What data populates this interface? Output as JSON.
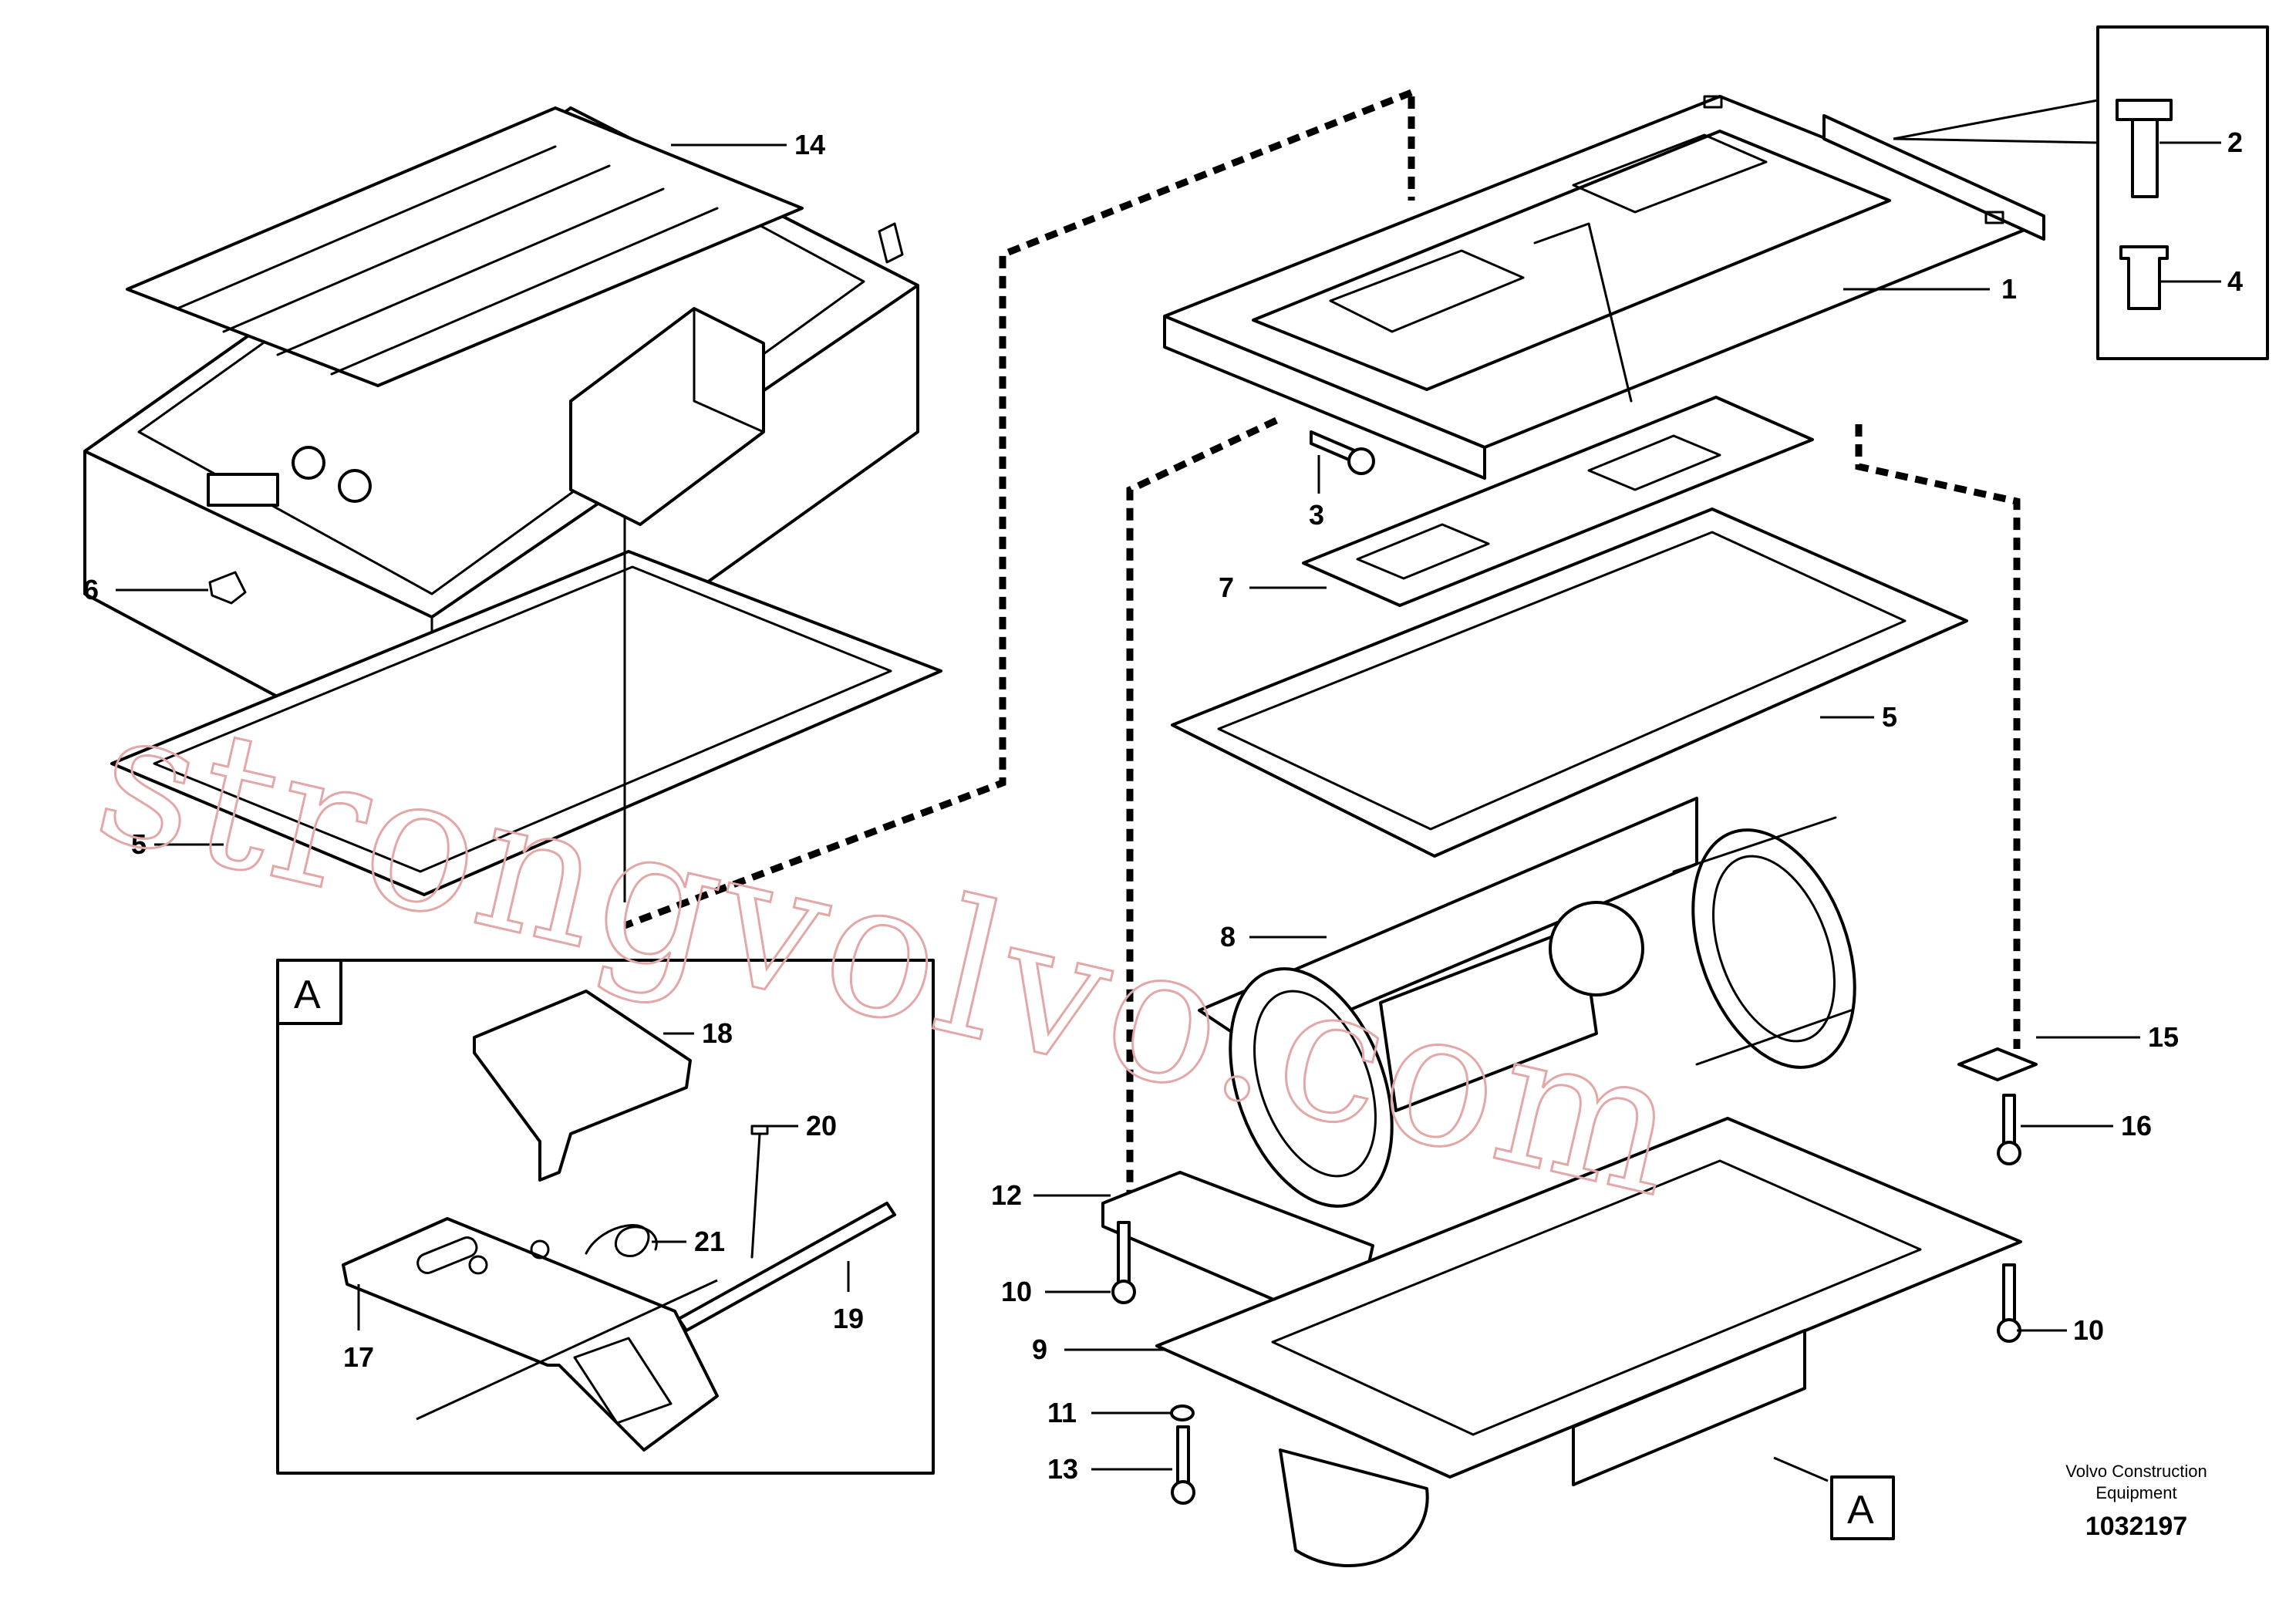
{
  "diagram": {
    "callouts": {
      "c1": "1",
      "c2": "2",
      "c3": "3",
      "c4": "4",
      "c5a": "5",
      "c5b": "5",
      "c6": "6",
      "c7": "7",
      "c8": "8",
      "c9": "9",
      "c10a": "10",
      "c10b": "10",
      "c11": "11",
      "c12": "12",
      "c13": "13",
      "c14": "14",
      "c15": "15",
      "c16": "16",
      "c17": "17",
      "c18": "18",
      "c19": "19",
      "c20": "20",
      "c21": "21"
    },
    "detail_box": {
      "letter": "A"
    },
    "detail_ref": {
      "letter": "A"
    },
    "brand_line1": "Volvo Construction",
    "brand_line2": "Equipment",
    "document_number": "1032197",
    "watermark": "strongvolvo.com",
    "colors": {
      "line": "#000000",
      "watermark": "#e3a7a7",
      "background": "#ffffff"
    }
  }
}
